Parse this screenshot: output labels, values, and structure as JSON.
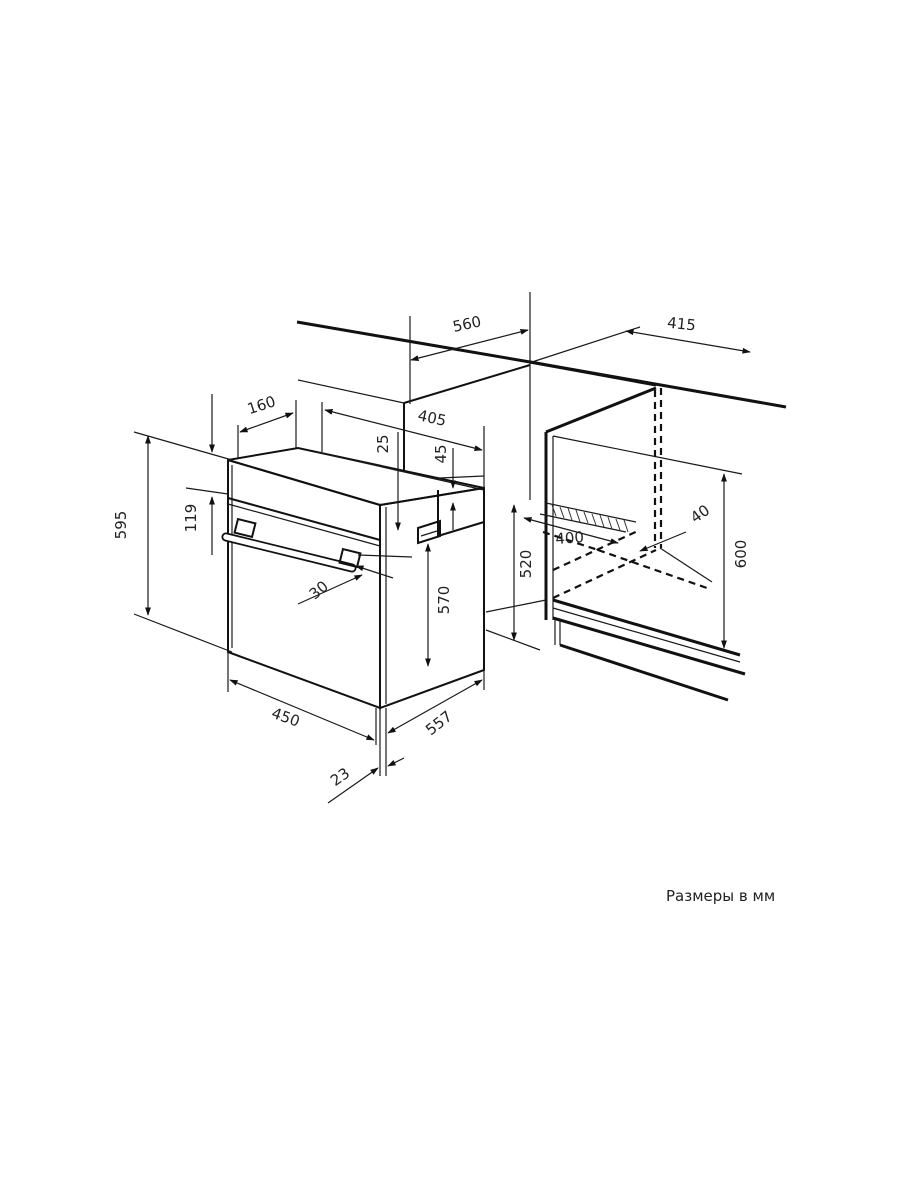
{
  "dimensions": {
    "d560": "560",
    "d415": "415",
    "d160": "160",
    "d405": "405",
    "d25": "25",
    "d45": "45",
    "d595": "595",
    "d119": "119",
    "d30": "30",
    "d570": "570",
    "d520": "520",
    "d400": "400",
    "d40": "40",
    "d600": "600",
    "d450": "450",
    "d557": "557",
    "d23": "23"
  },
  "caption": "Размеры в мм",
  "colors": {
    "line": "#111111",
    "text": "#222222",
    "background": "#ffffff"
  }
}
